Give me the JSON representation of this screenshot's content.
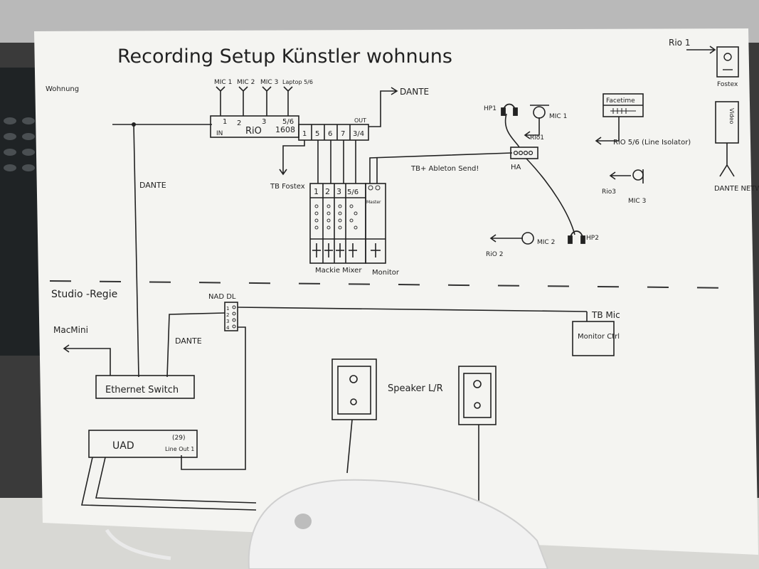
{
  "title": "Recording Setup Künstler wohnuns",
  "sections": {
    "wohnung": "Wohnung",
    "studio": "Studio -Regie"
  },
  "rio1608": {
    "mic1": "MIC 1",
    "mic2": "MIC 2",
    "mic3": "MIC 3",
    "laptop": "Laptop 5/6",
    "in_labels": [
      "1",
      "2",
      "3",
      "5/6"
    ],
    "in_tag": "IN",
    "name": "RiO",
    "model": "1608",
    "out_tag": "OUT",
    "out_ports": [
      "1",
      "5",
      "6",
      "7",
      "3/4"
    ],
    "dante_out": "DANTE",
    "tb_fostex": "TB Fostex"
  },
  "mixer": {
    "channels": [
      "1",
      "2",
      "3",
      "5/6"
    ],
    "master": "Master",
    "name": "Mackie Mixer",
    "monitor": "Monitor"
  },
  "talkback_send": "TB+ Ableton Send!",
  "headphone_amp": {
    "label": "HA",
    "hp1": "HP1",
    "mic1": "MIC 1",
    "rio1": "Rio1",
    "hp2": "HP2",
    "mic2": "MIC 2",
    "rio2": "RiO 2"
  },
  "facetime": {
    "label": "Facetime",
    "rio": "RiO 5/6 (Line Isolator)",
    "rio3": "Rio3",
    "mic3": "MIC 3"
  },
  "fostex": {
    "rio1": "Rio 1",
    "label": "Fostex"
  },
  "dante_network": "DANTE NETWORK",
  "video": "Video",
  "dante_vertical": "DANTE",
  "nadl": {
    "label": "NAD DL",
    "ports": [
      "1",
      "2",
      "3",
      "4"
    ]
  },
  "tb_mic": "TB Mic",
  "monitor_ctrl": "Monitor Ctrl",
  "macmini": "MacMini",
  "ethernet_switch": "Ethernet Switch",
  "dante_lower": "DANTE",
  "uad": {
    "label": "UAD",
    "num": "(29)",
    "line_out": "Line Out 1"
  },
  "speakers": "Speaker L/R"
}
